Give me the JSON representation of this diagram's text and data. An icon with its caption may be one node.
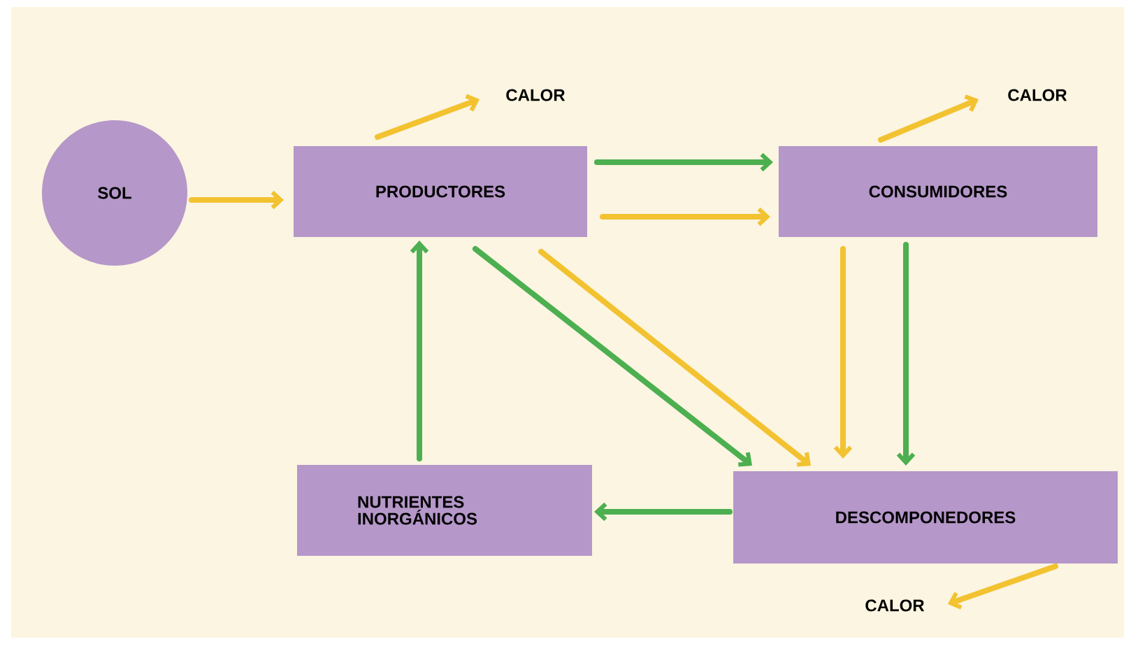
{
  "diagram": {
    "nodes": [
      {
        "text": [
          "SOL"
        ]
      },
      {
        "text": [
          "PRODUCTORES"
        ]
      },
      {
        "text": [
          "CALOR"
        ]
      },
      {
        "text": [
          "CONSUMIDORES"
        ]
      },
      {
        "text": [
          "CALOR"
        ]
      },
      {
        "text": [
          "NUTRIENTES INORGÁNICOS"
        ]
      },
      {
        "text": [
          "DESCOMPONEDORES"
        ]
      },
      {
        "text": [
          "CALOR"
        ]
      }
    ],
    "edges": [
      {
        "from": 0,
        "to": 1,
        "arrow": "to"
      },
      {
        "from": 1,
        "to": 2,
        "arrow": "to"
      },
      {
        "from": 1,
        "to": 3,
        "arrow": "to",
        "color": "#4caf50"
      },
      {
        "from": 1,
        "to": 3,
        "arrow": "to"
      },
      {
        "from": 3,
        "to": 4,
        "arrow": "to"
      },
      {
        "from": 1,
        "to": 6,
        "arrow": "to",
        "color": "#4caf50"
      },
      {
        "from": 1,
        "to": 6,
        "arrow": "to"
      },
      {
        "from": 3,
        "to": 6,
        "arrow": "to"
      },
      {
        "from": 3,
        "to": 6,
        "arrow": "to",
        "color": "#4caf50"
      },
      {
        "from": 6,
        "to": 5,
        "arrow": "to",
        "color": "#4caf50"
      },
      {
        "from": 5,
        "to": 1,
        "arrow": "to",
        "color": "#4caf50"
      },
      {
        "from": 6,
        "to": 7,
        "arrow": "to"
      }
    ]
  }
}
